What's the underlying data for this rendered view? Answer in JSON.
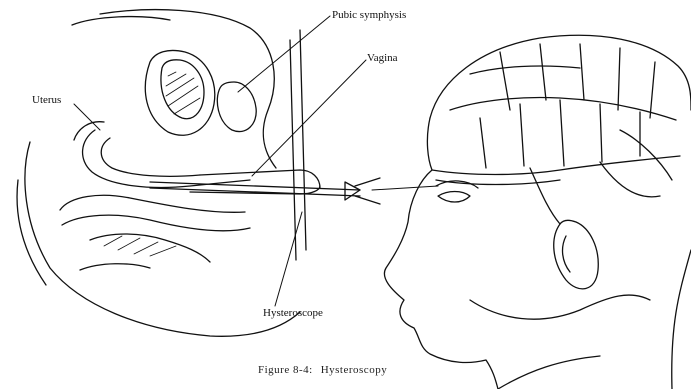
{
  "labels": {
    "pubic_symphysis": "Pubic symphysis",
    "vagina": "Vagina",
    "uterus": "Uterus",
    "hysteroscope": "Hysteroscope"
  },
  "caption": {
    "figure_number": "Figure 8-4:",
    "title": "Hysteroscopy"
  },
  "colors": {
    "ink": "#111111",
    "background": "#ffffff"
  }
}
